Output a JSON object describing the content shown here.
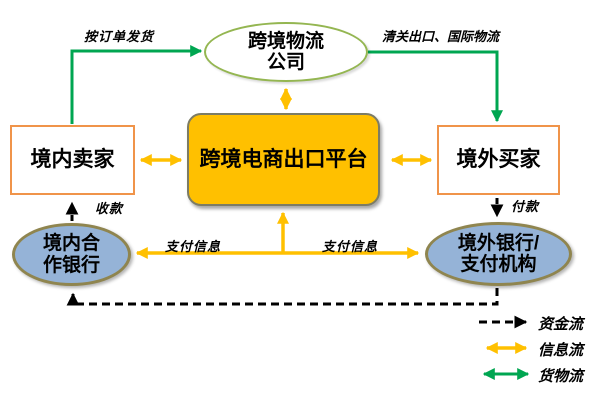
{
  "diagram": {
    "title_hint": "跨境电商出口平台流程图",
    "nodes": {
      "logistics_company": {
        "lines": [
          "跨境物流",
          "公司"
        ]
      },
      "platform": {
        "label": "跨境电商出口平台"
      },
      "domestic_seller": {
        "label": "境内卖家"
      },
      "overseas_buyer": {
        "label": "境外买家"
      },
      "domestic_partner_bank": {
        "lines": [
          "境内合",
          "作银行"
        ]
      },
      "overseas_bank": {
        "lines": [
          "境外银行/",
          "支付机构"
        ]
      }
    },
    "edges": [
      {
        "id": "seller-to-logistics",
        "type": "goods",
        "label": "按订单发货"
      },
      {
        "id": "logistics-to-buyer",
        "type": "goods",
        "label": "清关出口、国际物流"
      },
      {
        "id": "bank-to-seller",
        "type": "funds",
        "label": "收款"
      },
      {
        "id": "buyer-to-bank",
        "type": "funds",
        "label": "付款"
      },
      {
        "id": "payment-info-left",
        "type": "info",
        "label": "支付信息"
      },
      {
        "id": "payment-info-right",
        "type": "info",
        "label": "支付信息"
      }
    ],
    "legend": {
      "items": [
        {
          "label": "资金流",
          "arrow": "black-dashed-arrow",
          "color": "#000000"
        },
        {
          "label": "信息流",
          "arrow": "gold-double-arrow",
          "color": "#FFC000"
        },
        {
          "label": "货物流",
          "arrow": "green-double-arrow",
          "color": "#00A651"
        }
      ]
    },
    "colors": {
      "goods_flow": "#00A651",
      "info_flow": "#FFC000",
      "funds_flow": "#000000",
      "platform_fill": "#FFC000",
      "bank_fill": "#95B3D7",
      "box_border_orange": "#F0944A",
      "logistics_border_green": "#94B651",
      "bank_border_olive": "#8F854F",
      "platform_border": "#7C7C65"
    }
  }
}
